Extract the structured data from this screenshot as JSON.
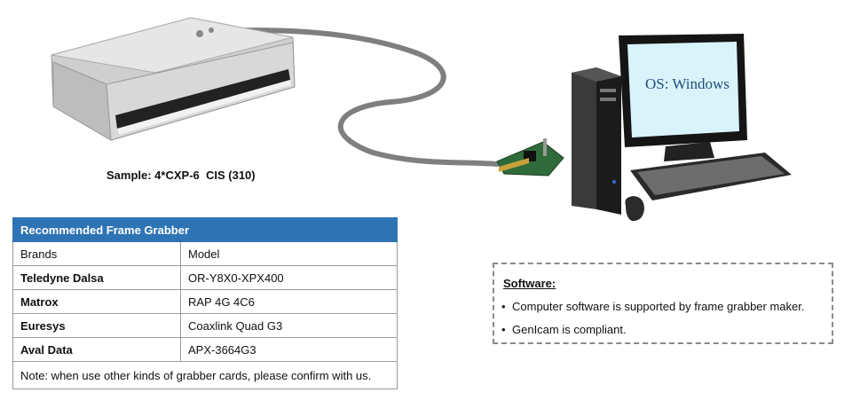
{
  "camera": {
    "caption": "Sample: 4*CXP-6  CIS (310)"
  },
  "computer": {
    "os_label": "OS: Windows"
  },
  "frame_grabber_table": {
    "title": "Recommended Frame Grabber",
    "headers": [
      "Brands",
      "Model"
    ],
    "rows": [
      [
        "Teledyne Dalsa",
        "OR-Y8X0-XPX400"
      ],
      [
        "Matrox",
        "RAP 4G 4C6"
      ],
      [
        "Euresys",
        "Coaxlink Quad G3"
      ],
      [
        "Aval Data",
        "APX-3664G3"
      ]
    ],
    "note": "Note: when use other kinds of grabber cards, please confirm with us."
  },
  "software": {
    "title": "Software:",
    "items": [
      "Computer software is supported by frame grabber maker.",
      "GenIcam is compliant."
    ]
  },
  "colors": {
    "table_header": "#2e74b5",
    "screen": "#d9f3fb",
    "cable": "#7f7f7f"
  }
}
